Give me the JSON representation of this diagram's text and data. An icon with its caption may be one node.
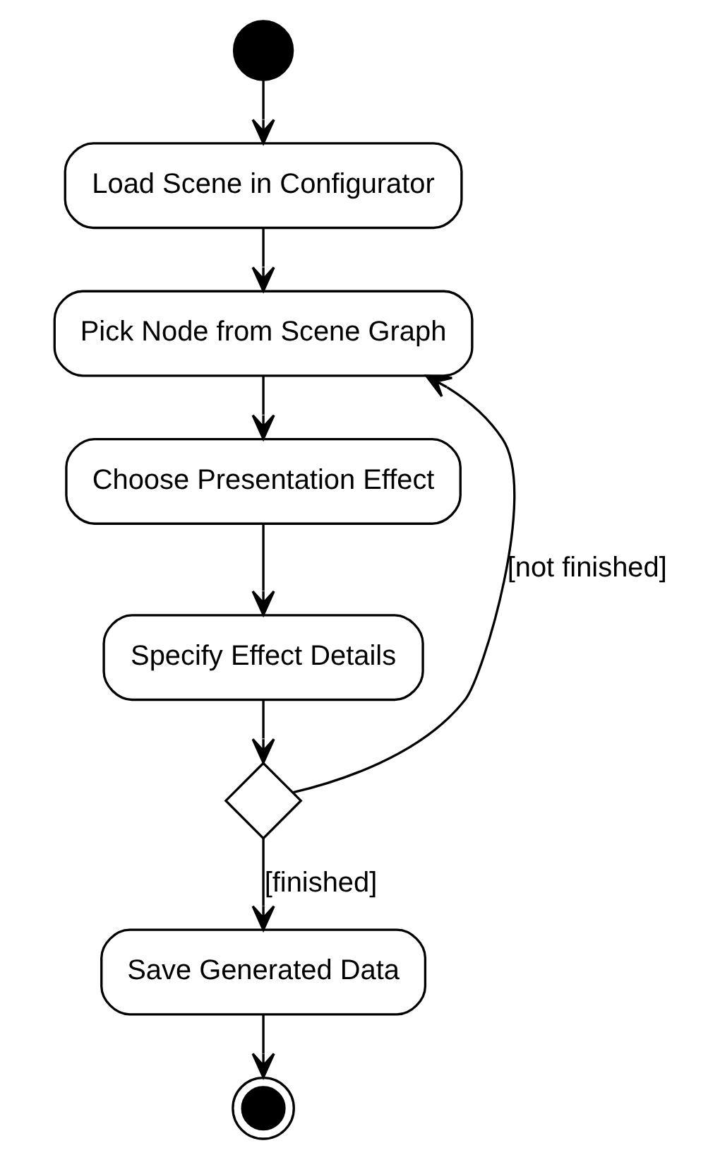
{
  "diagram": {
    "nodes": [
      {
        "text": [],
        "shape": "circle"
      },
      {
        "text": [
          "Load Scene in Configurator"
        ]
      },
      {
        "text": [
          "Pick Node from Scene Graph"
        ]
      },
      {
        "text": [
          "Choose Presentation Effect"
        ]
      },
      {
        "text": [
          "Specify Effect Details"
        ]
      },
      {
        "text": [],
        "shape": "diamond"
      },
      {
        "text": [
          "Save Generated Data"
        ]
      },
      {
        "text": [],
        "shape": "circle"
      }
    ],
    "edges": [
      {
        "from": 0,
        "to": 1,
        "arrow": "to"
      },
      {
        "from": 1,
        "to": 2,
        "arrow": "to"
      },
      {
        "from": 2,
        "to": 3,
        "arrow": "to"
      },
      {
        "from": 3,
        "to": 4,
        "arrow": "to"
      },
      {
        "from": 4,
        "to": 5,
        "arrow": "to"
      },
      {
        "from": 5,
        "to": 2,
        "label": "[not finished]",
        "arrow": "to"
      },
      {
        "from": 5,
        "to": 6,
        "label": "[finished]",
        "arrow": "to"
      },
      {
        "from": 6,
        "to": 7,
        "arrow": "to"
      }
    ]
  }
}
